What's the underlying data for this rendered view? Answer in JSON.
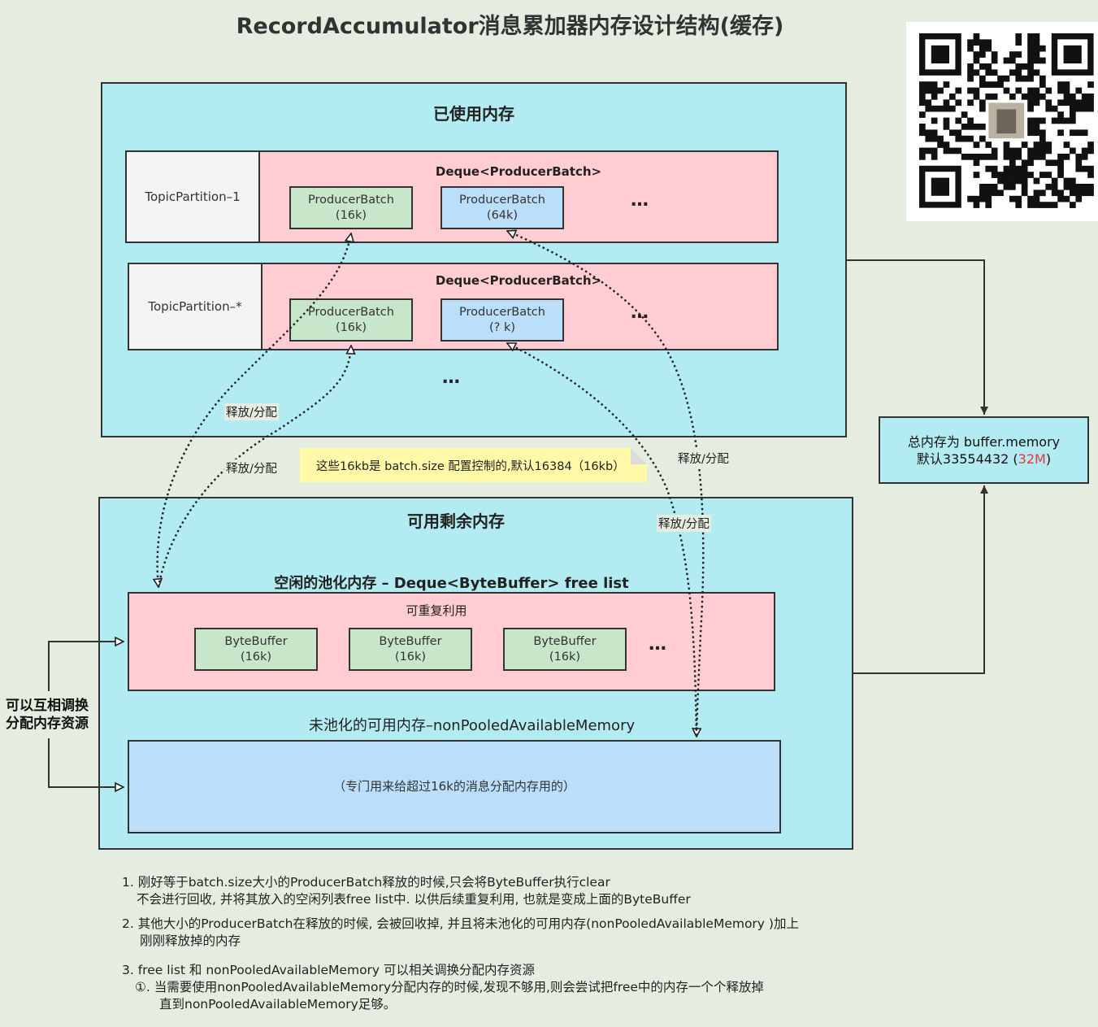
{
  "title": "RecordAccumulator消息累加器内存设计结构(缓存)",
  "used_memory": {
    "title": "已使用内存",
    "partitions": [
      {
        "name": "TopicPartition–1",
        "deque_label": "Deque<ProducerBatch>",
        "batches": [
          {
            "name": "ProducerBatch",
            "size": "(16k)"
          },
          {
            "name": "ProducerBatch",
            "size": "(64k)"
          }
        ],
        "ellipsis": "…"
      },
      {
        "name": "TopicPartition–*",
        "deque_label": "Deque<ProducerBatch>",
        "batches": [
          {
            "name": "ProducerBatch",
            "size": "(16k)"
          },
          {
            "name": "ProducerBatch",
            "size": "(? k)"
          }
        ],
        "ellipsis": "…"
      }
    ],
    "ellipsis": "…"
  },
  "release_labels": [
    "释放/分配",
    "释放/分配",
    "释放/分配",
    "释放/分配"
  ],
  "note": "这些16kb是 batch.size 配置控制的,默认16384（16kb）",
  "total": {
    "line1": "总内存为 buffer.memory",
    "line2_prefix": "默认33554432 (",
    "line2_highlight": "32M",
    "line2_suffix": ")"
  },
  "available_memory": {
    "title": "可用剩余内存",
    "free_list": {
      "title": "空闲的池化内存 – Deque<ByteBuffer> free list",
      "reusable": "可重复利用",
      "buffers": [
        {
          "name": "ByteBuffer",
          "size": "(16k)"
        },
        {
          "name": "ByteBuffer",
          "size": "(16k)"
        },
        {
          "name": "ByteBuffer",
          "size": "(16k)"
        }
      ],
      "ellipsis": "…"
    },
    "non_pooled": {
      "title": "未池化的可用内存–nonPooledAvailableMemory",
      "description": "（专门用来给超过16k的消息分配内存用的）"
    }
  },
  "swap_label": [
    "可以互相调换",
    "分配内存资源"
  ],
  "footer": {
    "item1": [
      "1. 刚好等于batch.size大小的ProducerBatch释放的时候,只会将ByteBuffer执行clear",
      "不会进行回收, 并将其放入的空闲列表free list中. 以供后续重复利用, 也就是变成上面的ByteBuffer"
    ],
    "item2": [
      "2. 其他大小的ProducerBatch在释放的时候, 会被回收掉, 并且将未池化的可用内存(nonPooledAvailableMemory )加上",
      "刚刚释放掉的内存"
    ],
    "item3": [
      "3. free list 和 nonPooledAvailableMemory 可以相关调换分配内存资源",
      "①. 当需要使用nonPooledAvailableMemory分配内存的时候,发现不够用,则会尝试把free中的内存一个个释放掉",
      "直到nonPooledAvailableMemory足够。"
    ]
  },
  "colors": {
    "background": "#e5ede1",
    "panel": "#b2ebf2",
    "deque": "#ffcdd2",
    "green_box": "#c8e6c9",
    "blue_box": "#bbdefb",
    "note": "#fff9a8",
    "highlight": "#e53935"
  }
}
